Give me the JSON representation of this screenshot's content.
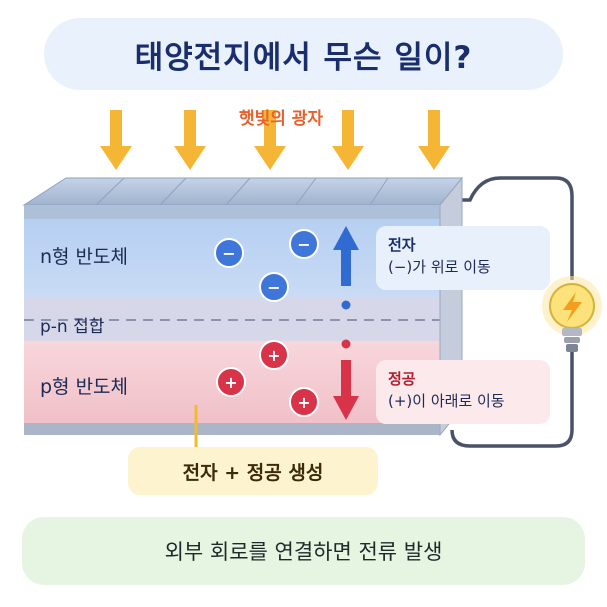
{
  "title": "태양전지에서 무슨 일이?",
  "sunlight_label": "햇빛의 광자",
  "layers": {
    "n": "n형 반도체",
    "pn": "p-n 접합",
    "p": "p형 반도체"
  },
  "charges": {
    "electron_symbol": "−",
    "hole_symbol": "+"
  },
  "callouts": {
    "electron_title": "전자",
    "electron_desc": "(−)가 위로 이동",
    "hole_title": "정공",
    "hole_desc": "(+)이 아래로 이동"
  },
  "generation_label": "전자 + 정공 생성",
  "bottom_message": "외부 회로를 연결하면 전류 발생",
  "colors": {
    "n_layer": "#bcd4f3",
    "pn_layer": "#d7d8ea",
    "p_layer": "#f6cfd6",
    "arrow_sun": "#f5b635",
    "electron": "#3f76d9",
    "hole": "#d9334a",
    "bulb": "#fbe27a"
  }
}
